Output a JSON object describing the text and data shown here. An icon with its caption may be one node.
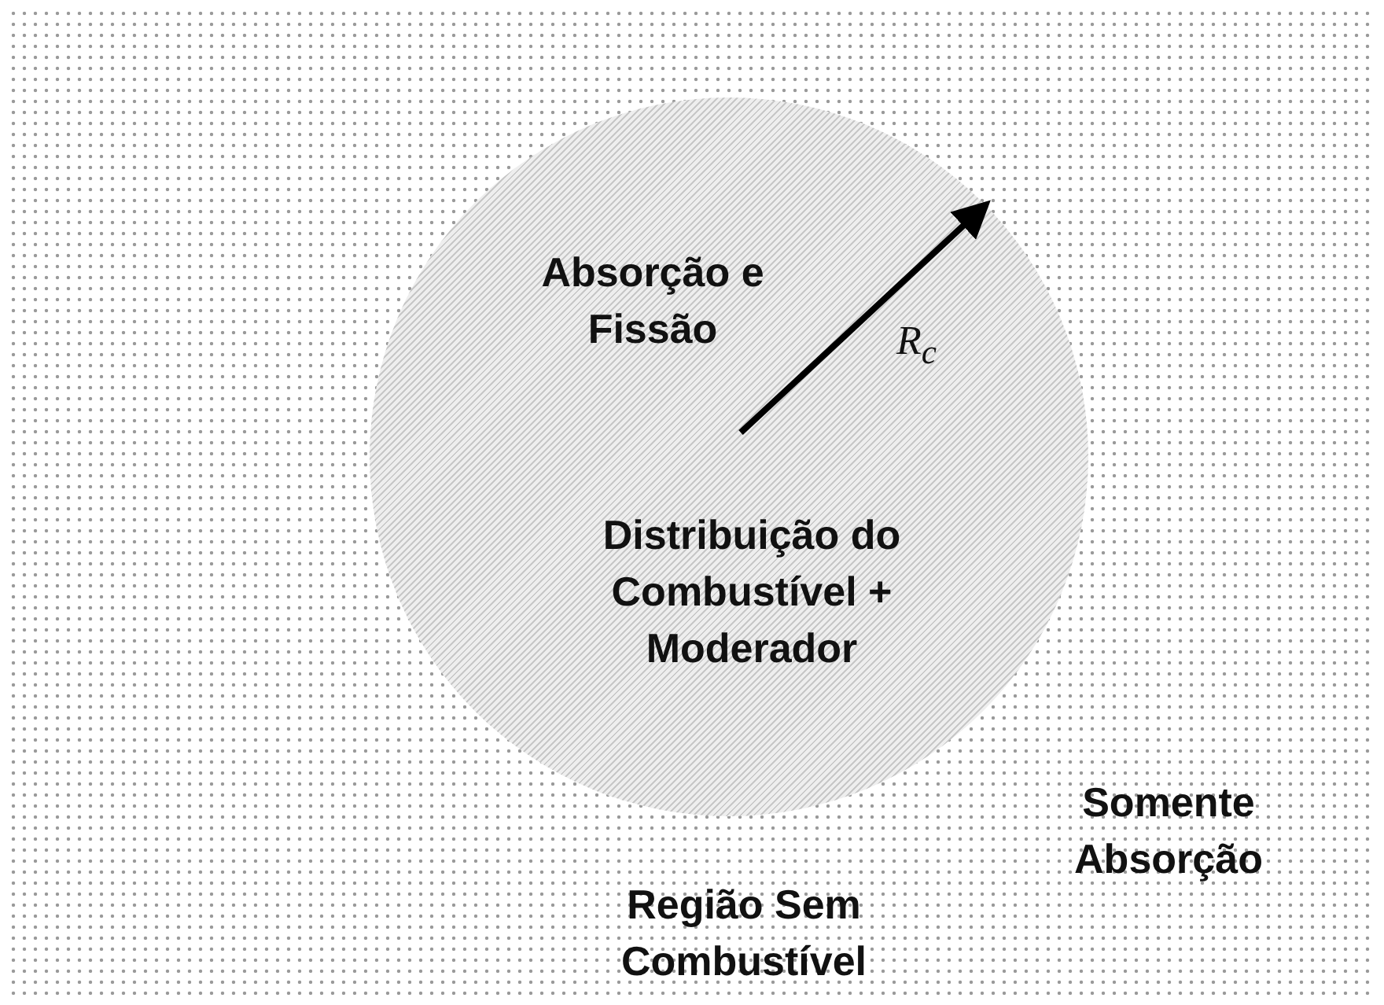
{
  "diagram": {
    "nodes": [
      {
        "text": [
          "Somente Absorção",
          "Região Sem Combustível"
        ]
      },
      {
        "text": [
          "Absorção e Fissão",
          "Distribuição do Combustível + Moderador"
        ],
        "in": 0
      }
    ],
    "labels": [
      "R$_{c}$"
    ]
  }
}
